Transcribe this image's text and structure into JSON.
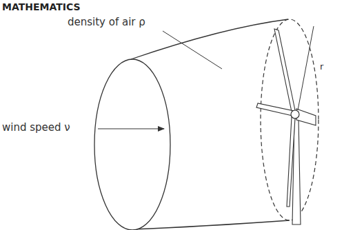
{
  "diagram": {
    "labels": [
      "MATHEMATICS",
      "density of air ρ",
      "wind speed ν",
      "r"
    ]
  }
}
